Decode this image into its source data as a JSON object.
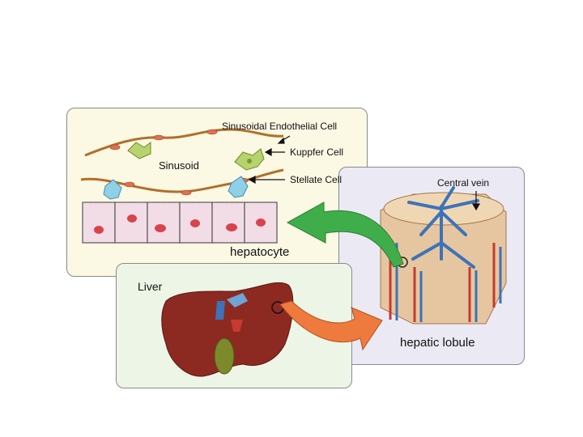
{
  "labels": {
    "endothelial_cell": "Sinusoidal Endothelial Cell",
    "kuppfer_cell": "Kuppfer Cell",
    "stellate_cell": "Stellate Cell",
    "sinusoid": "Sinusoid",
    "hepatocyte": "hepatocyte",
    "central_vein": "Central vein",
    "hepatic_lobule": "hepatic lobule",
    "liver": "Liver"
  },
  "colors": {
    "cell_panel_bg": "#fbf8e4",
    "lobule_panel_bg": "#ebeaf4",
    "liver_panel_bg": "#edf6e6",
    "liver_tissue": "#8c2a22",
    "hepatocyte_fill": "#f2dde7",
    "nucleus": "#d9434c",
    "vein_blue": "#3d73b8",
    "artery_red": "#c63a2f",
    "arrow_green": "#3fae4a",
    "arrow_orange": "#ee7a3e",
    "kuppfer_green": "#b6d36d",
    "stellate_blue": "#8fd0e6",
    "gallbladder": "#7d8a2b"
  }
}
